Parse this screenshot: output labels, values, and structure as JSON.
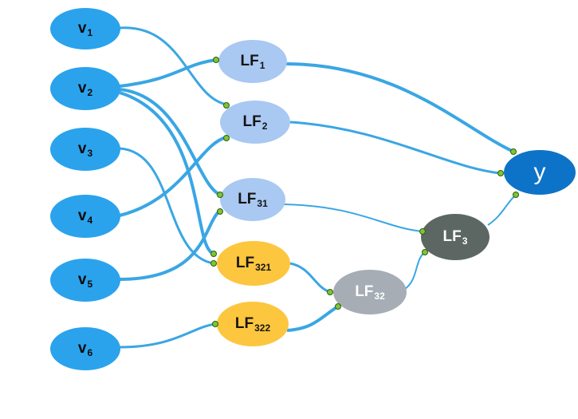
{
  "nodes": {
    "v1": {
      "base": "v",
      "sub": "1"
    },
    "v2": {
      "base": "v",
      "sub": "2"
    },
    "v3": {
      "base": "v",
      "sub": "3"
    },
    "v4": {
      "base": "v",
      "sub": "4"
    },
    "v5": {
      "base": "v",
      "sub": "5"
    },
    "v6": {
      "base": "v",
      "sub": "6"
    },
    "lf1": {
      "base": "LF",
      "sub": "1"
    },
    "lf2": {
      "base": "LF",
      "sub": "2"
    },
    "lf31": {
      "base": "LF",
      "sub": "31"
    },
    "lf321": {
      "base": "LF",
      "sub": "321"
    },
    "lf322": {
      "base": "LF",
      "sub": "322"
    },
    "lf32": {
      "base": "LF",
      "sub": "32"
    },
    "lf3": {
      "base": "LF",
      "sub": "3"
    },
    "y": {
      "base": "y",
      "sub": ""
    }
  },
  "colors": {
    "input_node": "#2aa3ec",
    "lf_light": "#a9c8f2",
    "lf_yellow": "#fcc63e",
    "lf_gray": "#a6adb4",
    "lf_dark": "#5c6763",
    "output_node": "#0d73c8",
    "edge": "#3aa6e4",
    "port": "#7cc634"
  },
  "edges": [
    {
      "from": "v1",
      "to": "lf2"
    },
    {
      "from": "v2",
      "to": "lf1"
    },
    {
      "from": "v2",
      "to": "lf31"
    },
    {
      "from": "v2",
      "to": "lf321"
    },
    {
      "from": "v3",
      "to": "lf321"
    },
    {
      "from": "v4",
      "to": "lf2"
    },
    {
      "from": "v5",
      "to": "lf31"
    },
    {
      "from": "v6",
      "to": "lf322"
    },
    {
      "from": "lf1",
      "to": "y"
    },
    {
      "from": "lf2",
      "to": "y"
    },
    {
      "from": "lf31",
      "to": "lf3"
    },
    {
      "from": "lf321",
      "to": "lf32"
    },
    {
      "from": "lf322",
      "to": "lf32"
    },
    {
      "from": "lf32",
      "to": "lf3"
    },
    {
      "from": "lf3",
      "to": "y"
    }
  ]
}
